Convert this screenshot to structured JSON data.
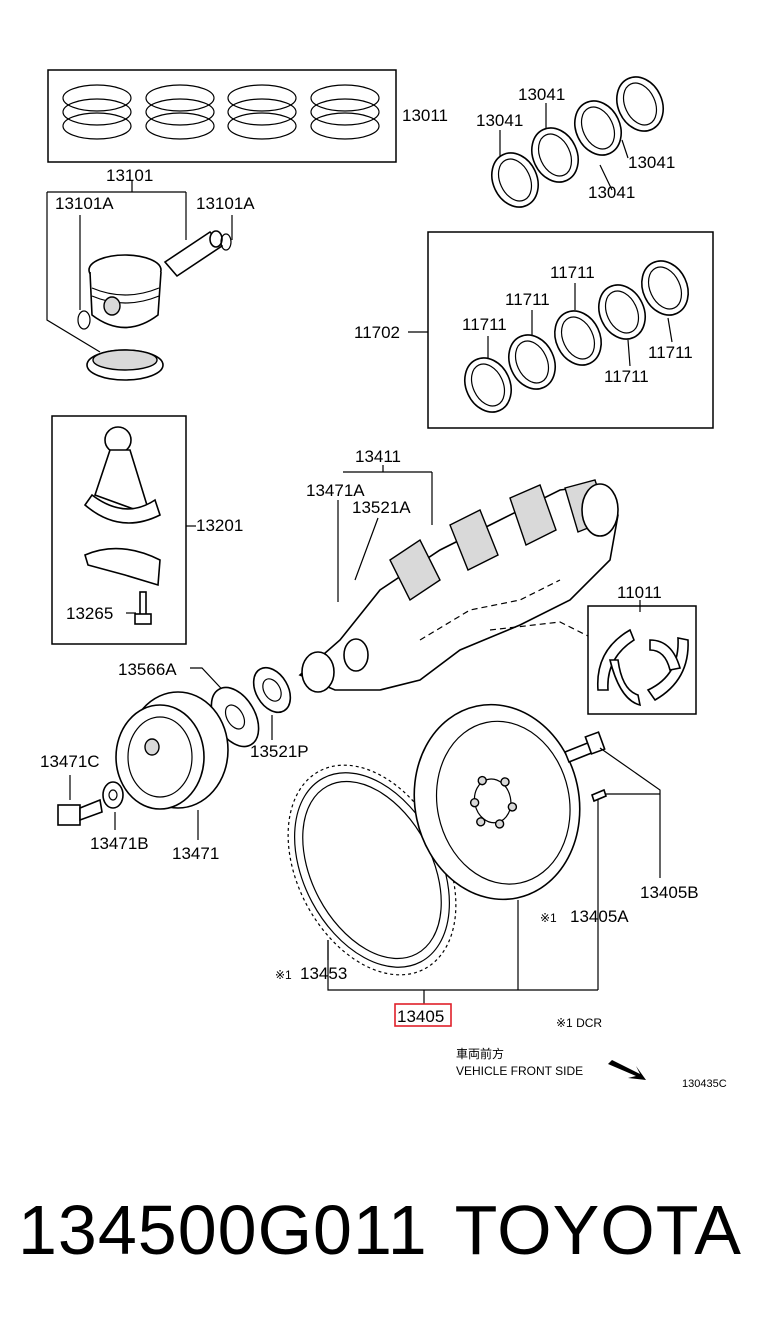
{
  "labels": {
    "piston_ring_set": "13011",
    "piston": "13101",
    "piston_pin_left": "13101A",
    "piston_pin_right": "13101A",
    "rod_bearing_set_a": "13041",
    "rod_bearing_set_b": "13041",
    "rod_bearing_set_c": "13041",
    "rod_bearing_set_d": "13041",
    "main_bearing_set": "11702",
    "main_bearing_a": "11711",
    "main_bearing_b": "11711",
    "main_bearing_c": "11711",
    "main_bearing_d": "11711",
    "main_bearing_e": "11711",
    "connecting_rod": "13201",
    "rod_bolt": "13265",
    "crankshaft": "13411",
    "crank_key_a": "13471A",
    "crank_gear_a": "13521A",
    "thrust_washer": "11011",
    "oil_pump_plate": "13566A",
    "crank_pulley_bolt": "13471C",
    "crank_gear_p": "13521P",
    "pulley_washer": "13471B",
    "crank_pulley": "13471",
    "flywheel_bolt": "13405B",
    "flywheel_sub": "13405A",
    "ring_gear": "13453",
    "flywheel_assy": "13405",
    "note_mark_1": "※1",
    "note_mark_2": "※1",
    "note_dcr": "※1 DCR",
    "front_jp": "車両前方",
    "front_en": "VEHICLE FRONT SIDE",
    "diagram_code": "130435C"
  },
  "footer": {
    "part_number": "134500G011",
    "brand": "TOYOTA"
  },
  "colors": {
    "highlight": "#e0202a",
    "ink": "#000000",
    "shade": "#d9d9d9"
  }
}
